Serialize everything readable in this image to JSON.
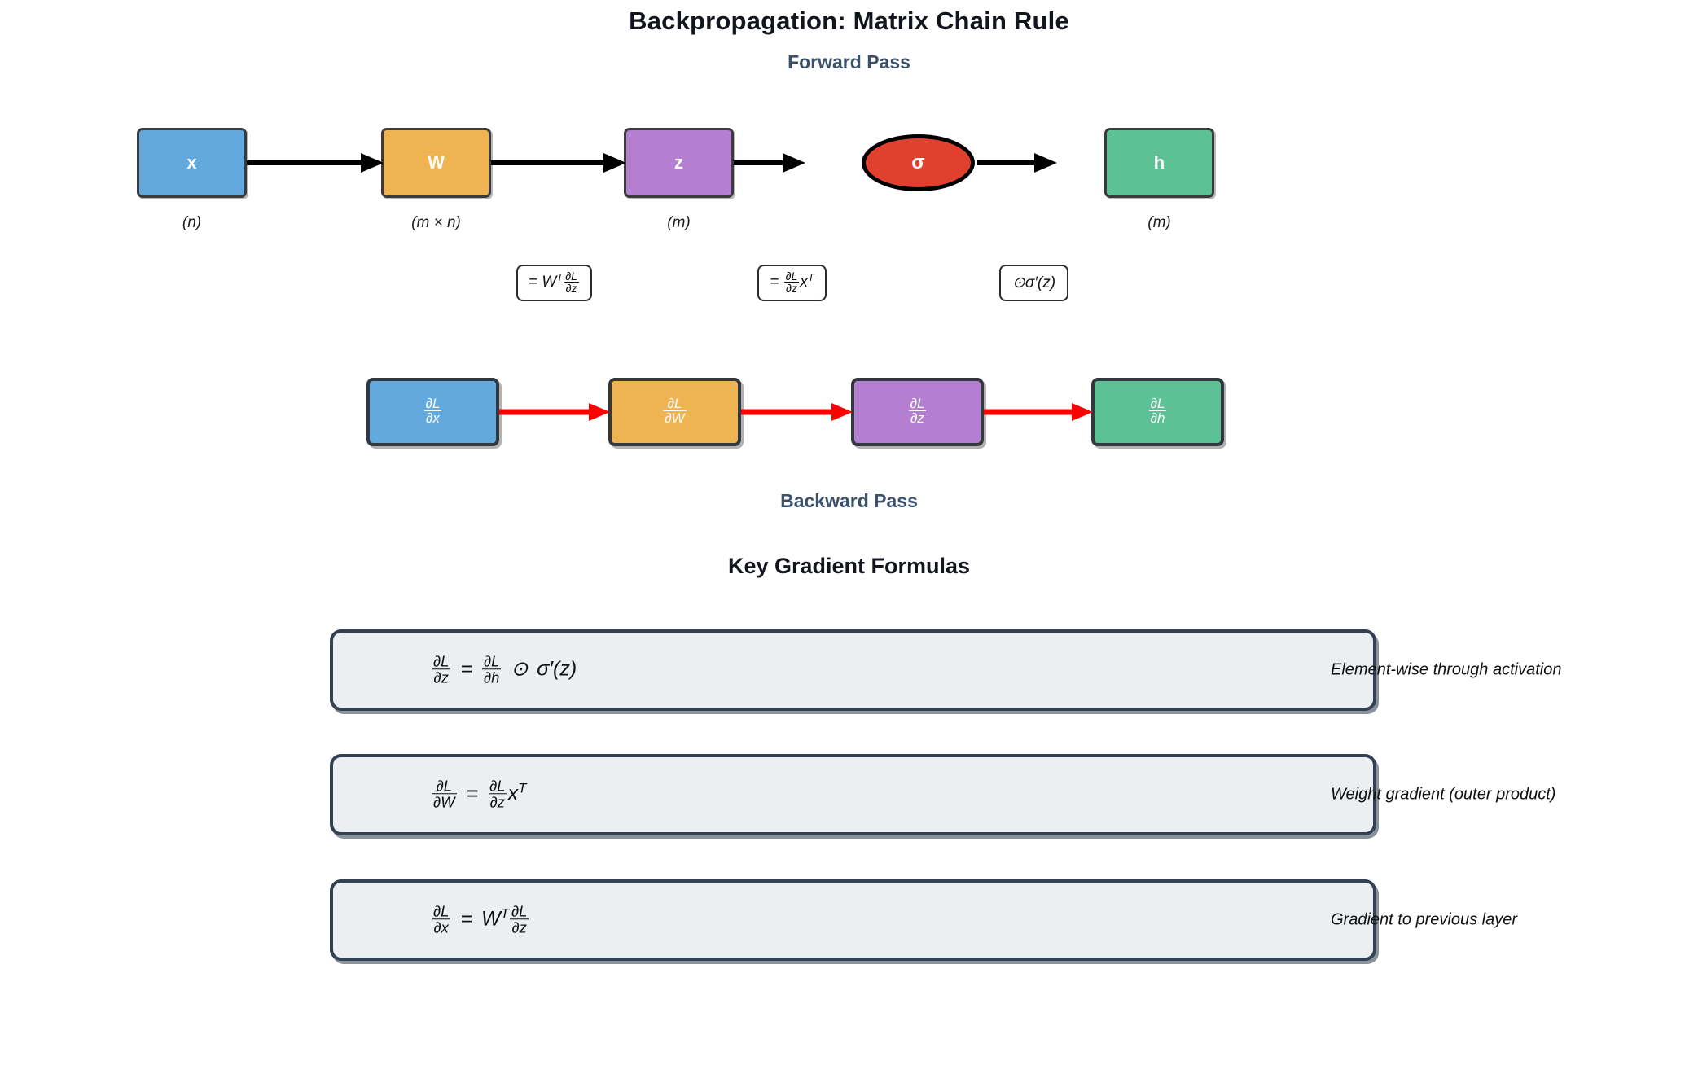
{
  "page": {
    "title": "Backpropagation: Matrix Chain Rule",
    "forward_section_label": "Forward Pass",
    "backward_section_label": "Backward Pass",
    "key_formulas_title": "Key Gradient Formulas",
    "background": "#ffffff",
    "title_color": "#12161c",
    "section_label_color": "#3b516b"
  },
  "forward": {
    "nodes": [
      {
        "id": "x",
        "label": "x",
        "dim": "(n)",
        "shape": "rect",
        "fill": "#63a9dd",
        "border": "#3a3a3a"
      },
      {
        "id": "W",
        "label": "W",
        "dim": "(m × n)",
        "shape": "rect",
        "fill": "#f0b352",
        "border": "#3a3a3a"
      },
      {
        "id": "z",
        "label": "z",
        "dim": "(m)",
        "shape": "rect",
        "fill": "#b47fd0",
        "border": "#3a3a3a"
      },
      {
        "id": "sigma",
        "label": "σ",
        "dim": "",
        "shape": "ellipse",
        "fill": "#e2402f",
        "border": "#000000"
      },
      {
        "id": "h",
        "label": "h",
        "dim": "(m)",
        "shape": "rect",
        "fill": "#5cc295",
        "border": "#3a3a3a"
      }
    ],
    "arrow_color": "#000000"
  },
  "chips": [
    {
      "id": "chip-dldx",
      "prefix": "=",
      "expr": "W^T ∂L/∂z"
    },
    {
      "id": "chip-dldw",
      "prefix": "=",
      "expr": "∂L/∂z x^T"
    },
    {
      "id": "chip-dldz",
      "prefix": "",
      "expr": "⊙ σ′(z)"
    }
  ],
  "backward": {
    "nodes": [
      {
        "id": "dL_dx",
        "num": "∂L",
        "den": "∂x",
        "fill": "#63a9dd",
        "border": "#33383f"
      },
      {
        "id": "dL_dW",
        "num": "∂L",
        "den": "∂W",
        "fill": "#f0b352",
        "border": "#33383f"
      },
      {
        "id": "dL_dz",
        "num": "∂L",
        "den": "∂z",
        "fill": "#b47fd0",
        "border": "#33383f"
      },
      {
        "id": "dL_dh",
        "num": "∂L",
        "den": "∂h",
        "fill": "#5cc295",
        "border": "#33383f"
      }
    ],
    "arrow_color": "#ff0000"
  },
  "formula_panels": [
    {
      "id": "panel-dldz",
      "formula_text": "∂L/∂z = ∂L/∂h ⊙ σ′(z)",
      "note": "Element-wise through activation",
      "fill": "#eceff1",
      "border": "#324154"
    },
    {
      "id": "panel-dldw",
      "formula_text": "∂L/∂W = ∂L/∂z x^T",
      "note": "Weight gradient (outer product)",
      "fill": "#eceff1",
      "border": "#324154"
    },
    {
      "id": "panel-dldx",
      "formula_text": "∂L/∂x = W^T ∂L/∂z",
      "note": "Gradient to previous layer",
      "fill": "#eceff1",
      "border": "#324154"
    }
  ]
}
